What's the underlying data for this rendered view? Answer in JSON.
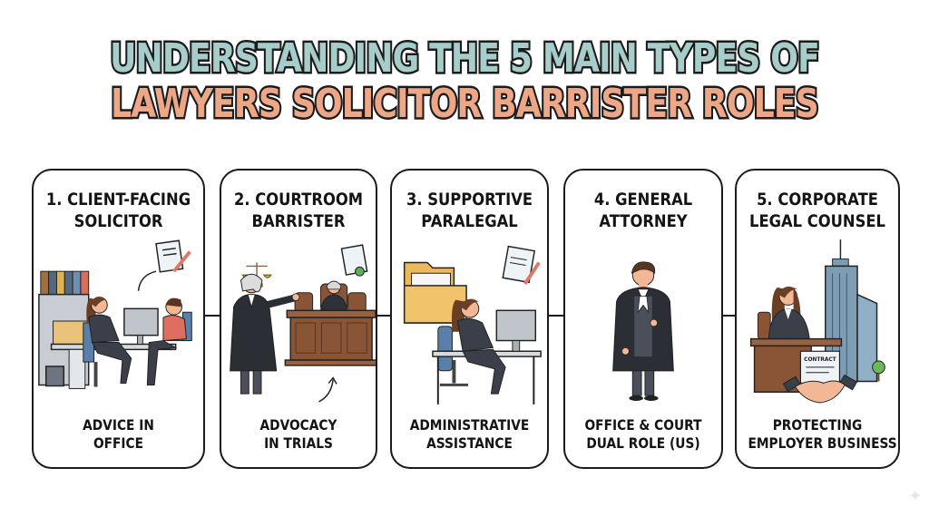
{
  "title": {
    "line1": "UNDERSTANDING THE 5 MAIN TYPES OF",
    "line2": "LAWYERS SOLICITOR BARRISTER ROLES",
    "line1_color": "#a6cdca",
    "line2_color": "#eda787",
    "outline_color": "#1c1c1c"
  },
  "cards": [
    {
      "heading_line1": "1. CLIENT-FACING",
      "heading_line2": "SOLICITOR",
      "caption_line1": "ADVICE IN",
      "caption_line2": "OFFICE",
      "illustration": "solicitor-office-meeting-icon"
    },
    {
      "heading_line1": "2. COURTROOM",
      "heading_line2": "BARRISTER",
      "caption_line1": "ADVOCACY",
      "caption_line2": "IN TRIALS",
      "illustration": "barrister-courtroom-icon"
    },
    {
      "heading_line1": "3. SUPPORTIVE",
      "heading_line2": "PARALEGAL",
      "caption_line1": "ADMINISTRATIVE",
      "caption_line2": "ASSISTANCE",
      "illustration": "paralegal-desk-icon"
    },
    {
      "heading_line1": "4. GENERAL",
      "heading_line2": "ATTORNEY",
      "caption_line1": "OFFICE & COURT",
      "caption_line2": "DUAL ROLE (US)",
      "illustration": "attorney-robe-icon"
    },
    {
      "heading_line1": "5. CORPORATE",
      "heading_line2": "LEGAL COUNSEL",
      "caption_line1": "PROTECTING",
      "caption_line2": "EMPLOYER BUSINESS",
      "illustration": "corporate-counsel-icon",
      "contract_label": "CONTRACT"
    }
  ],
  "colors": {
    "card_border": "#1a1a1a",
    "suit": "#3a3f4a",
    "skin": "#f2b896",
    "hair": "#6b3f24",
    "wood": "#8a5536",
    "chair": "#5a7fa8",
    "folder": "#f1c46b",
    "building": "#7d9db4"
  }
}
